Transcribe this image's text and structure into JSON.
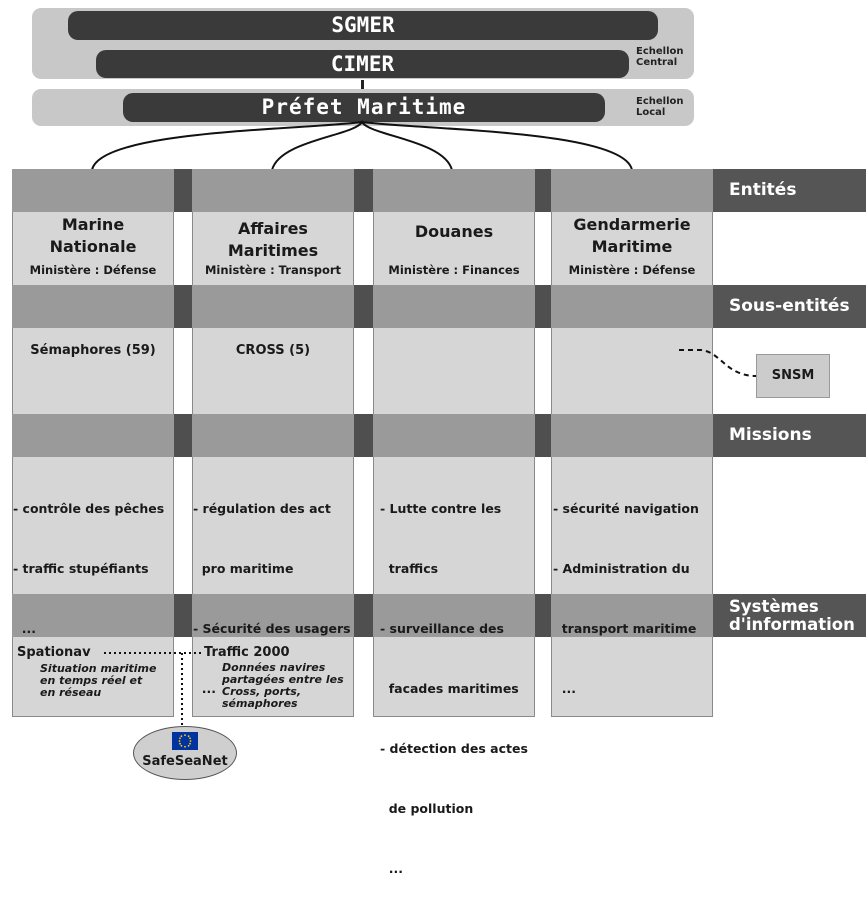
{
  "header": {
    "sgmer": "SGMER",
    "cimer": "CIMER",
    "prefet": "Préfet Maritime",
    "echelon_central": "Echellon\nCentral",
    "echelon_local": "Echellon\nLocal"
  },
  "row_labels": {
    "entites": "Entités",
    "sous_entites": "Sous-entités",
    "missions": "Missions",
    "systemes": "Systèmes\nd'information"
  },
  "columns": [
    {
      "name": "Marine\nNationale",
      "ministry": "Ministère : Défense",
      "sub": "Sémaphores (59)",
      "missions": [
        "- contrôle des pêches",
        "- traffic stupéfiants",
        "  ..."
      ]
    },
    {
      "name": "Affaires\nMaritimes",
      "ministry": "Ministère : Transport",
      "sub": "CROSS (5)",
      "missions": [
        "- régulation des act",
        "  pro maritime",
        "- Sécurité des usagers",
        "  ..."
      ]
    },
    {
      "name": "Douanes",
      "ministry": "Ministère : Finances",
      "sub": "",
      "missions": [
        "- Lutte contre les",
        "  traffics",
        "- surveillance des",
        "  facades maritimes",
        "- détection des actes",
        "  de pollution",
        "  ..."
      ]
    },
    {
      "name": "Gendarmerie\nMaritime",
      "ministry": "Ministère : Défense",
      "sub": "",
      "missions": [
        "- sécurité navigation",
        "- Administration du",
        "  transport maritime",
        "  ..."
      ]
    }
  ],
  "snsm": "SNSM",
  "systems": {
    "spationav": {
      "name": "Spationav",
      "desc": "Situation maritime\nen temps réel et\nen réseau"
    },
    "traffic2000": {
      "name": "Traffic 2000",
      "desc": "Données navires\npartagées entre les\nCross, ports,\nsémaphores"
    }
  },
  "safeseanet": {
    "name": "SafeSeaNet",
    "flag_icon": "eu-flag-icon"
  },
  "colors": {
    "dark": "#3a3a3a",
    "band": "#c8c8c8",
    "column": "#d6d6d6",
    "strip": "#9a9a9a",
    "eu_blue": "#0033a0",
    "eu_star": "#ffcc00"
  }
}
